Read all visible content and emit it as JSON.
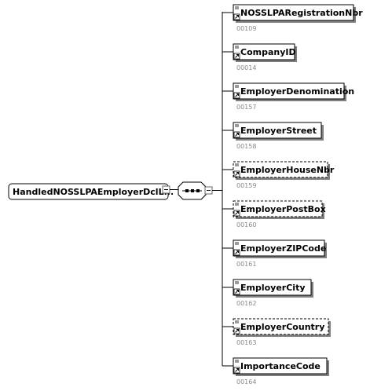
{
  "root": {
    "label": "HandledNOSSLPAEmployerDclL...",
    "expand_icon": "minus-box-icon"
  },
  "sequence": {
    "icon": "sequence-compositor-icon",
    "collapse_icon": "minus-box-icon"
  },
  "children": [
    {
      "name": "NOSSLPARegistrationNbr",
      "code": "00109",
      "optional": false
    },
    {
      "name": "CompanyID",
      "code": "00014",
      "optional": false
    },
    {
      "name": "EmployerDenomination",
      "code": "00157",
      "optional": false
    },
    {
      "name": "EmployerStreet",
      "code": "00158",
      "optional": false
    },
    {
      "name": "EmployerHouseNbr",
      "code": "00159",
      "optional": true
    },
    {
      "name": "EmployerPostBox",
      "code": "00160",
      "optional": true
    },
    {
      "name": "EmployerZIPCode",
      "code": "00161",
      "optional": false
    },
    {
      "name": "EmployerCity",
      "code": "00162",
      "optional": false
    },
    {
      "name": "EmployerCountry",
      "code": "00163",
      "optional": true
    },
    {
      "name": "ImportanceCode",
      "code": "00164",
      "optional": false
    }
  ],
  "child_icon": "element-reference-icon"
}
